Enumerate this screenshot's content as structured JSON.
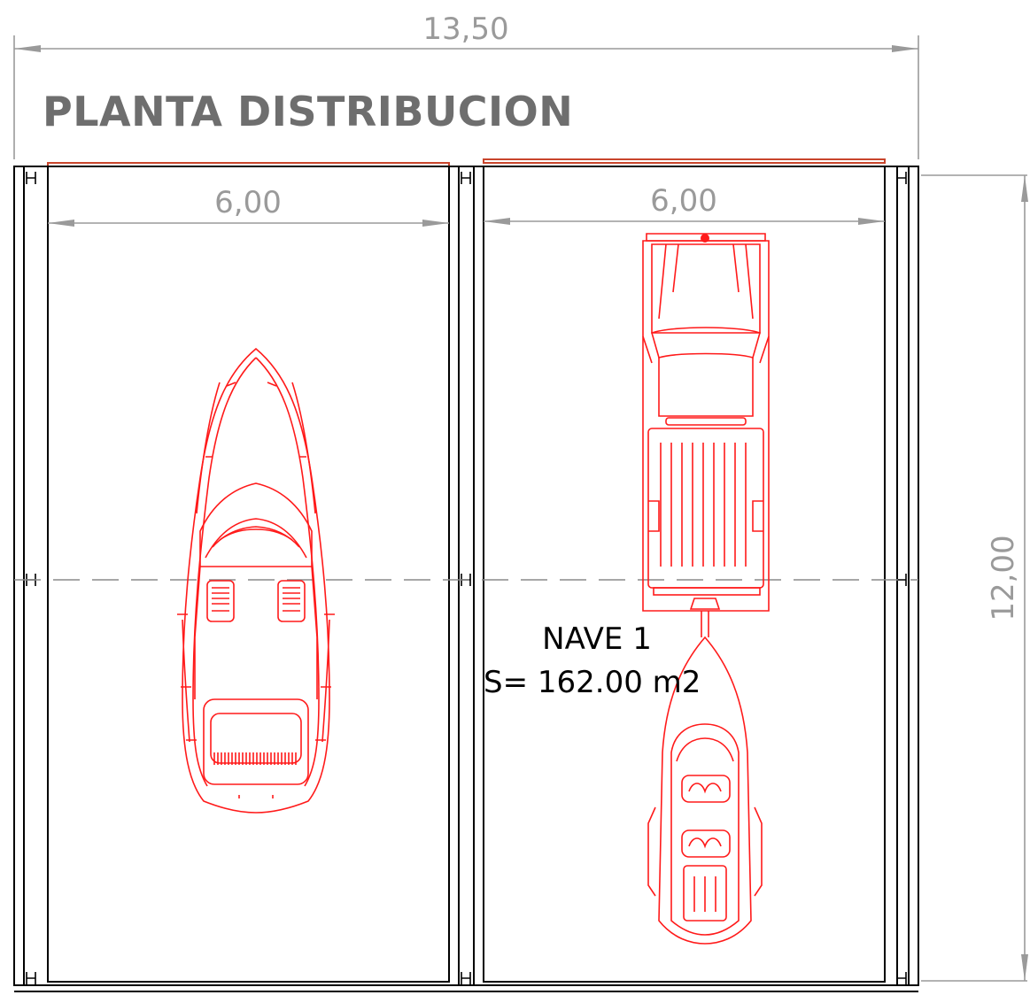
{
  "title": "PLANTA DISTRIBUCION",
  "dimensions": {
    "overall_width": "13,50",
    "bay_left_width": "6,00",
    "bay_right_width": "6,00",
    "overall_depth": "12,00"
  },
  "room": {
    "name": "NAVE 1",
    "area": "S= 162.00 m2"
  },
  "colors": {
    "dimension": "#9a9a9a",
    "title": "#6e6e6e",
    "vehicles": "#ff1a1a",
    "walls": "#000000",
    "roof_edge": "#c8452c"
  }
}
